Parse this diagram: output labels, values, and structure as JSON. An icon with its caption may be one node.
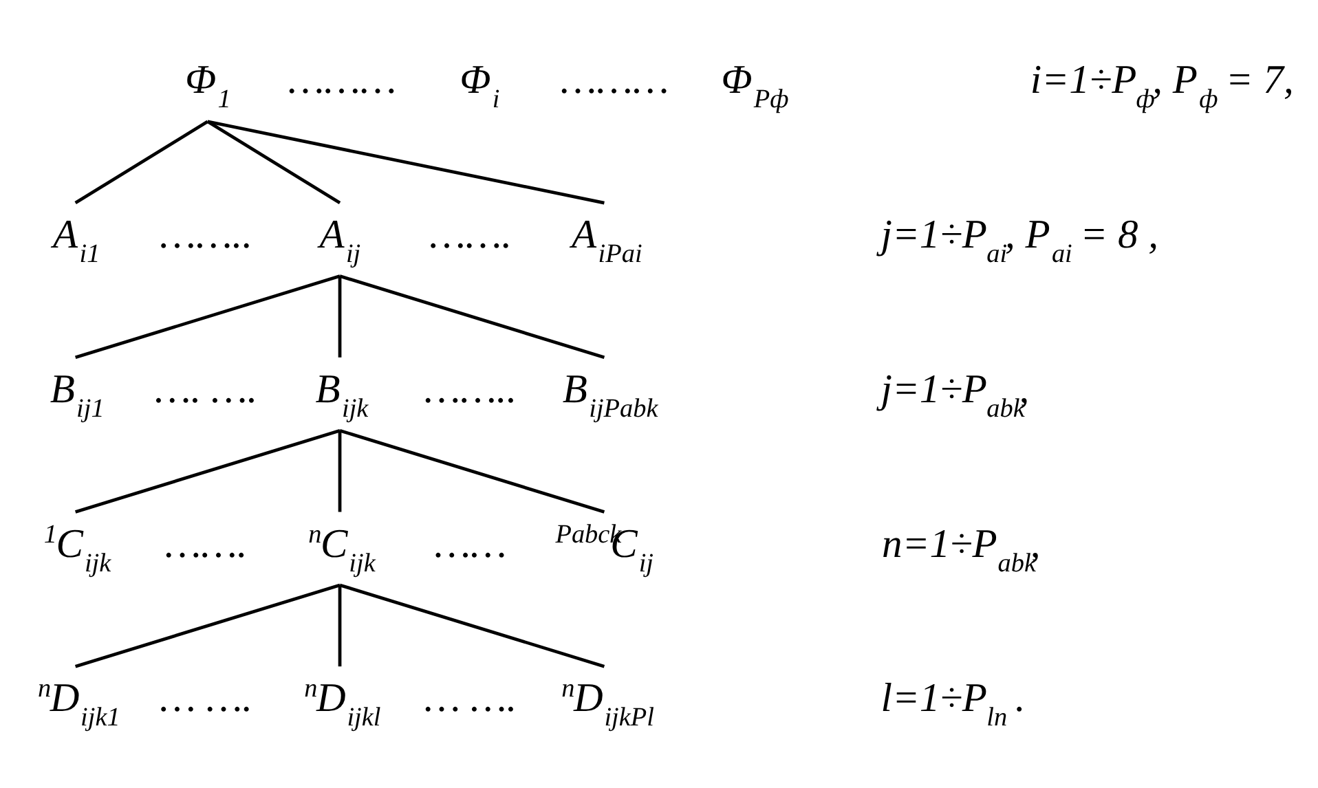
{
  "diagram": {
    "nodes": [
      {
        "text": [
          "Φ$_{1}$"
        ]
      },
      {
        "text": [
          "Φ$_{i}$"
        ]
      },
      {
        "text": [
          "Φ$_{Pф}$"
        ]
      },
      {
        "text": [
          "A$_{i1}$"
        ]
      },
      {
        "text": [
          "A$_{ij}$"
        ]
      },
      {
        "text": [
          "A$_{iPai}$"
        ]
      },
      {
        "text": [
          "B$_{ij1}$"
        ]
      },
      {
        "text": [
          "B$_{ijk}$"
        ]
      },
      {
        "text": [
          "B$_{ijPabk}$"
        ]
      },
      {
        "text": [
          "$^{1}$C$_{ijk}$"
        ]
      },
      {
        "text": [
          "$^{n}$C$_{ijk}$"
        ]
      },
      {
        "text": [
          "$^{Pabck}$C$_{ij}$"
        ]
      },
      {
        "text": [
          "$^{n}$D$_{ijk1}$"
        ]
      },
      {
        "text": [
          "$^{n}$D$_{ijkl}$"
        ]
      },
      {
        "text": [
          "$^{n}$D$_{ijkPl}$"
        ]
      }
    ],
    "edges": [
      {
        "from": 0,
        "to": 3,
        "arrow": "none"
      },
      {
        "from": 0,
        "to": 4,
        "arrow": "none"
      },
      {
        "from": 0,
        "to": 5,
        "arrow": "none"
      },
      {
        "from": 4,
        "to": 6,
        "arrow": "none"
      },
      {
        "from": 4,
        "to": 7,
        "arrow": "none"
      },
      {
        "from": 4,
        "to": 8,
        "arrow": "none"
      },
      {
        "from": 7,
        "to": 9,
        "arrow": "none"
      },
      {
        "from": 7,
        "to": 10,
        "arrow": "none"
      },
      {
        "from": 7,
        "to": 11,
        "arrow": "none"
      },
      {
        "from": 10,
        "to": 12,
        "arrow": "none"
      },
      {
        "from": 10,
        "to": 13,
        "arrow": "none"
      },
      {
        "from": 10,
        "to": 14,
        "arrow": "none"
      }
    ],
    "labels": [
      "………",
      "………",
      "i=1÷P$_{ф}$, P$_{ф}$ = 7,",
      "……..",
      "…….",
      "j=1÷P$_{ai}$, P$_{ai}$ = 8 ,",
      "…. ….",
      "……..",
      "j=1÷P$_{abk}$,",
      "…….",
      "……",
      "n=1÷P$_{abk}$,",
      "… ….",
      "… ….",
      "l=1÷P$_{ln}$ ."
    ]
  }
}
